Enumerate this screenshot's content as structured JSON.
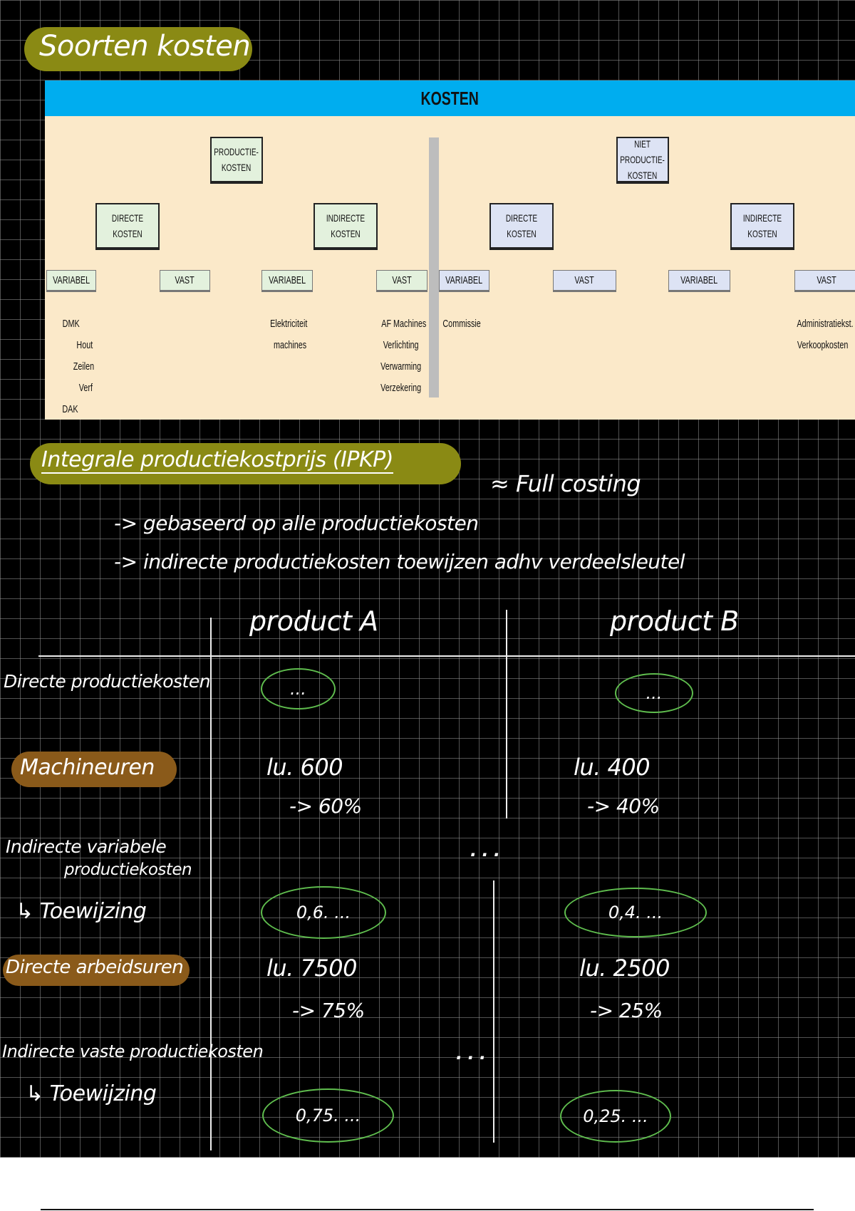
{
  "title": "Soorten kosten",
  "diagram": {
    "header": "KOSTEN",
    "productie": "PRODUCTIE-KOSTEN",
    "niet_productie": "NIET PRODUCTIE-KOSTEN",
    "directe": "DIRECTE KOSTEN",
    "indirecte": "INDIRECTE KOSTEN",
    "variabel": "VARIABEL",
    "vast": "VAST",
    "items": {
      "dmk": "DMK",
      "hout": "Hout",
      "zeilen": "Zeilen",
      "verf": "Verf",
      "dak": "DAK",
      "elektriciteit": "Elektriciteit",
      "machines": "machines",
      "af_machines": "AF Machines",
      "verlichting": "Verlichting",
      "verwarming": "Verwarming",
      "verzekering": "Verzekering",
      "commissie": "Commissie",
      "administratie": "Administratiekst.",
      "verkoop": "Verkoopkosten"
    }
  },
  "ipkp": {
    "title": "Integrale productiekostprijs (IPKP)",
    "equiv": "≈ Full costing",
    "bullet1": "-> gebaseerd op alle productiekosten",
    "bullet2": "-> indirecte productiekosten toewijzen adhv verdeelsleutel"
  },
  "table": {
    "col_a": "product A",
    "col_b": "product B",
    "rows": {
      "directe": "Directe productiekosten",
      "directe_a": "...",
      "directe_b": "...",
      "machineuren": "Machineuren",
      "mu_a": "lu. 600",
      "mu_b": "lu. 400",
      "mu_pa": "-> 60%",
      "mu_pb": "-> 40%",
      "ivp1": "Indirecte variabele",
      "ivp2": "productiekosten",
      "ivp_dots": ". . .",
      "toew1": "↳ Toewijzing",
      "toew1_a": "0,6. ...",
      "toew1_b": "0,4. ...",
      "arbeid": "Directe arbeidsuren",
      "au_a": "lu. 7500",
      "au_b": "lu. 2500",
      "au_pa": "-> 75%",
      "au_pb": "-> 25%",
      "ivast": "Indirecte vaste productiekosten",
      "ivast_dots": ". . .",
      "toew2": "↳ Toewijzing",
      "toew2_a": "0,75. ...",
      "toew2_b": "0,25. ..."
    }
  },
  "colors": {
    "yellow_highlight": "#8a8a14",
    "brown_highlight": "#8a5a1a",
    "header_blue": "#00adef",
    "panel": "#fbe9c9",
    "oval_green": "#5fbd4e"
  }
}
